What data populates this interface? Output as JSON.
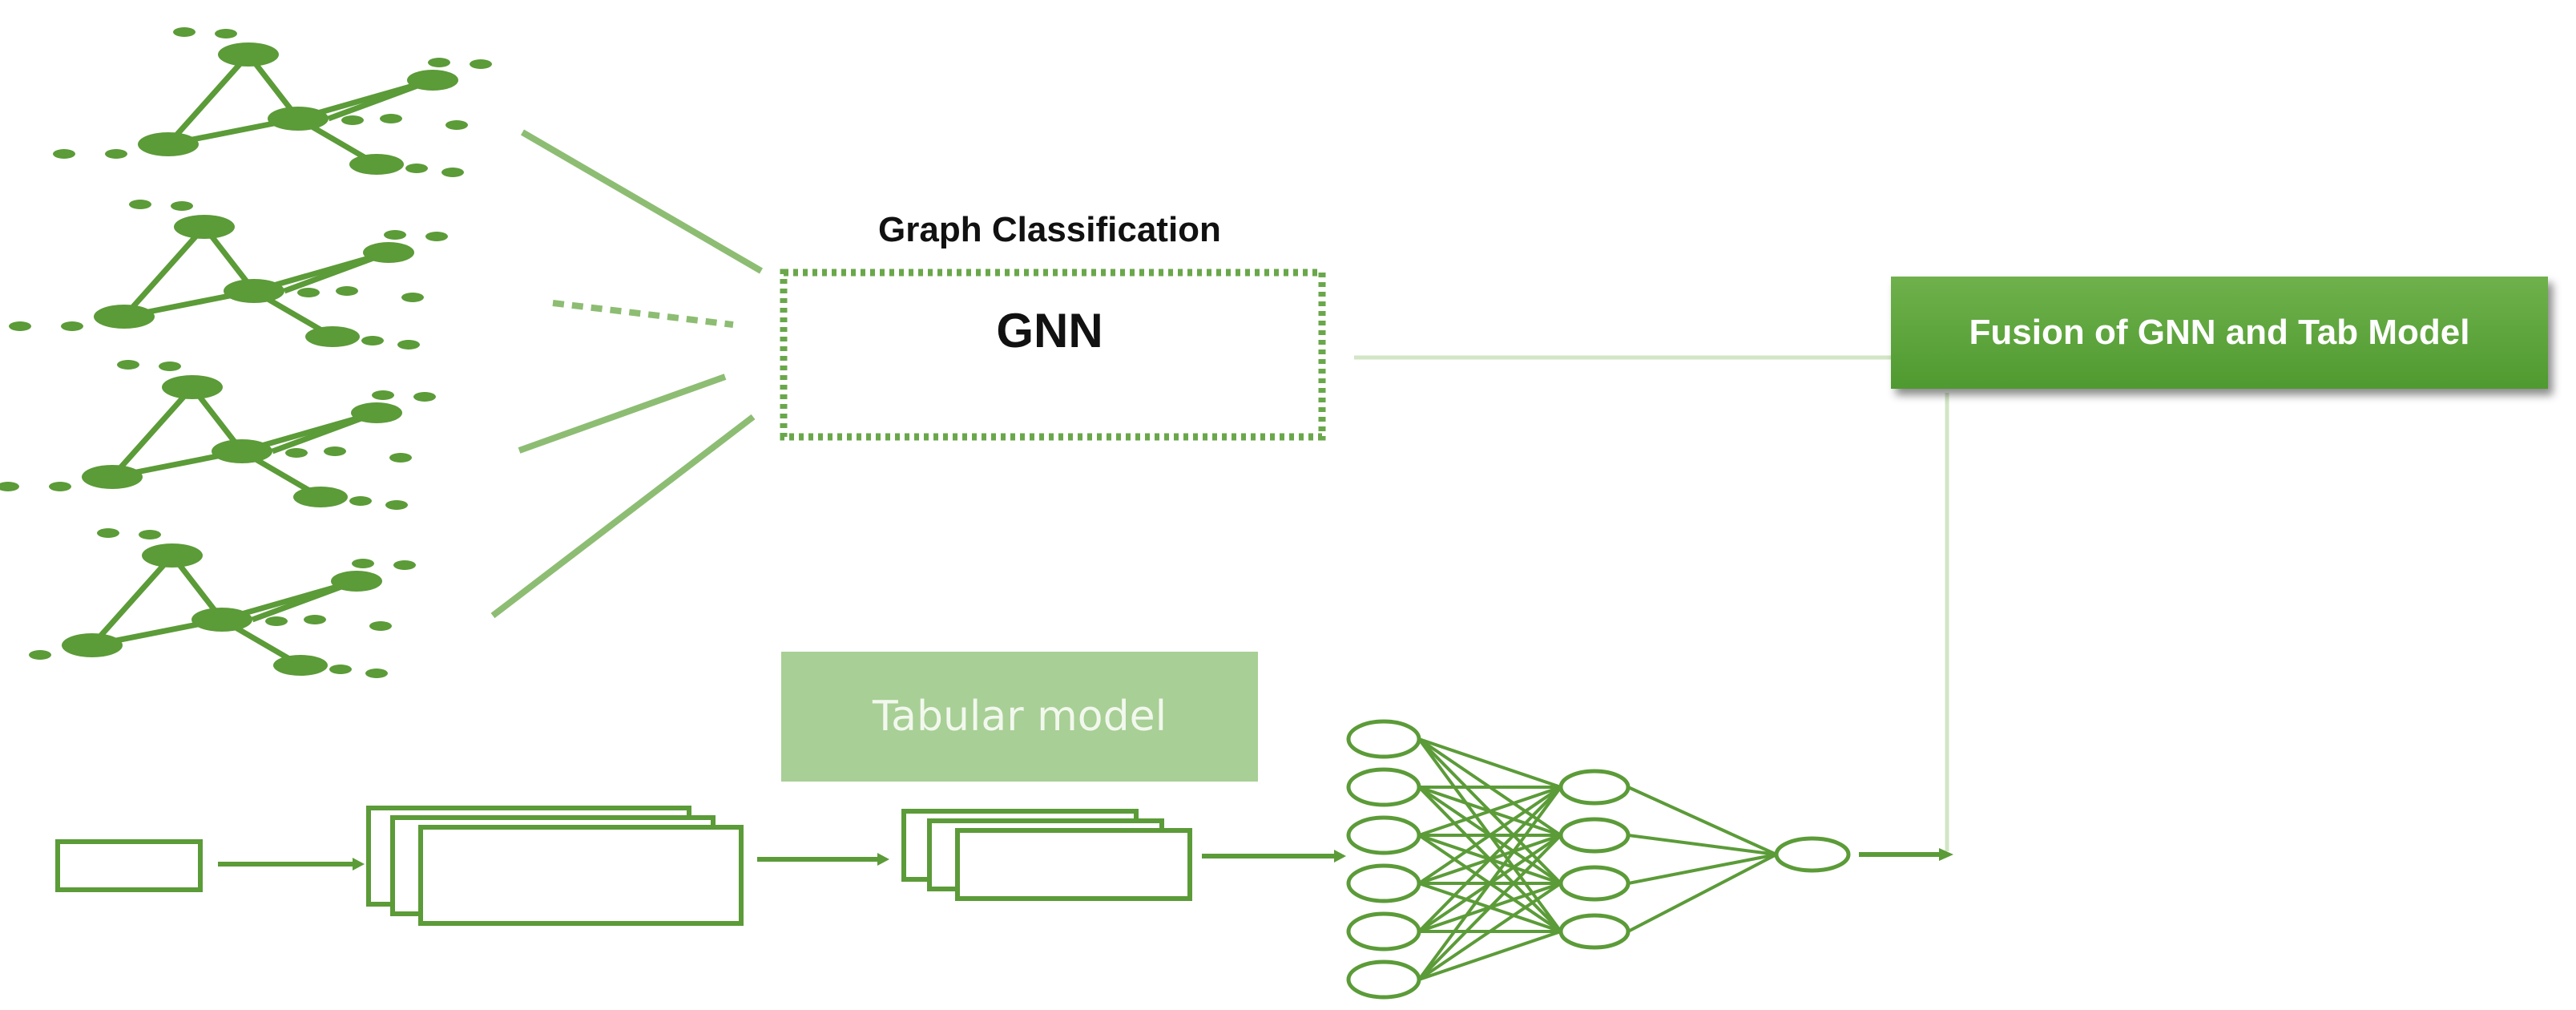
{
  "labels": {
    "graph_classification": "Graph Classification",
    "gnn": "GNN",
    "fusion": "Fusion of GNN and Tab Model",
    "tabular_model": "Tabular model"
  },
  "colors": {
    "green": "#5b9b38",
    "fusion_fill": "#5aa437",
    "tabular_fill": "#a8cf95",
    "connector": "#c5ddb8"
  },
  "icons": {
    "input_graphs": "graph-network-icon",
    "neural_net": "neural-network-icon",
    "data_layers": "stacked-layers-icon"
  }
}
